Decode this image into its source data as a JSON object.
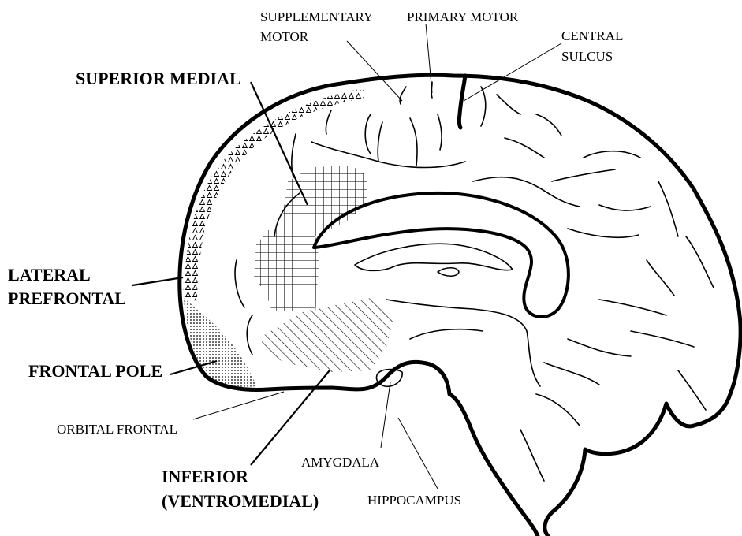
{
  "labels": {
    "supplementary_motor_line1": "SUPPLEMENTARY",
    "supplementary_motor_line2": "MOTOR",
    "primary_motor": "PRIMARY MOTOR",
    "central_sulcus_line1": "CENTRAL",
    "central_sulcus_line2": "SULCUS",
    "superior_medial": "SUPERIOR MEDIAL",
    "lateral_prefrontal_line1": "LATERAL",
    "lateral_prefrontal_line2": "PREFRONTAL",
    "frontal_pole": "FRONTAL POLE",
    "orbital_frontal": "ORBITAL FRONTAL",
    "amygdala": "AMYGDALA",
    "inferior_line1": "INFERIOR",
    "inferior_line2": "(VENTROMEDIAL)",
    "hippocampus": "HIPPOCAMPUS"
  },
  "colors": {
    "ink": "#000000",
    "background": "#ffffff"
  }
}
